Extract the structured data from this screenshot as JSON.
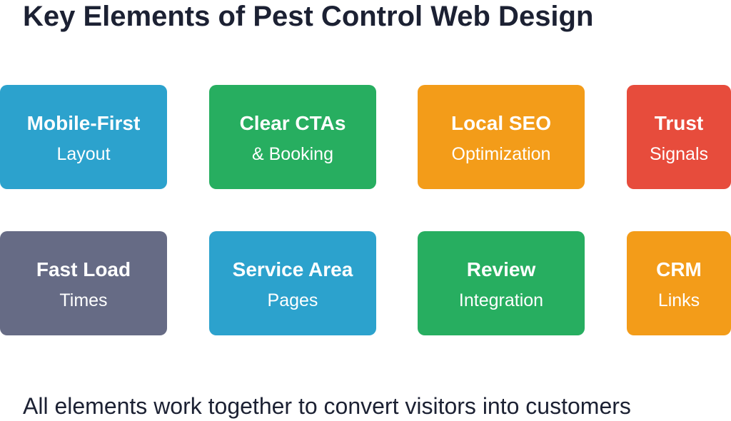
{
  "title": "Key Elements of Pest Control Web Design",
  "colors": {
    "blue": "#2ca2cd",
    "green": "#27ae60",
    "orange": "#f39c19",
    "red": "#e74c3c",
    "slate": "#666b85",
    "text": "#1c2133"
  },
  "cards": [
    {
      "line1": "Mobile-First",
      "line2": "Layout"
    },
    {
      "line1": "Clear CTAs",
      "line2": "& Booking"
    },
    {
      "line1": "Local SEO",
      "line2": "Optimization"
    },
    {
      "line1": "Trust",
      "line2": "Signals"
    },
    {
      "line1": "Fast Load",
      "line2": "Times"
    },
    {
      "line1": "Service Area",
      "line2": "Pages"
    },
    {
      "line1": "Review",
      "line2": "Integration"
    },
    {
      "line1": "CRM",
      "line2": "Links"
    }
  ],
  "footer": "All elements work together to convert visitors into customers"
}
